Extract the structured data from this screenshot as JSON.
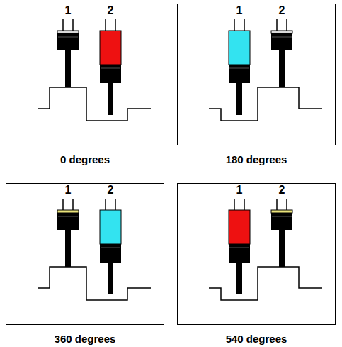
{
  "diagram": {
    "nodes": [
      {
        "text": [
          "1",
          "2",
          "0 degrees"
        ]
      },
      {
        "text": [
          "1",
          "2",
          "180 degrees"
        ]
      },
      {
        "text": [
          "1",
          "2",
          "360 degrees"
        ]
      },
      {
        "text": [
          "1",
          "2",
          "540 degrees"
        ]
      }
    ]
  }
}
